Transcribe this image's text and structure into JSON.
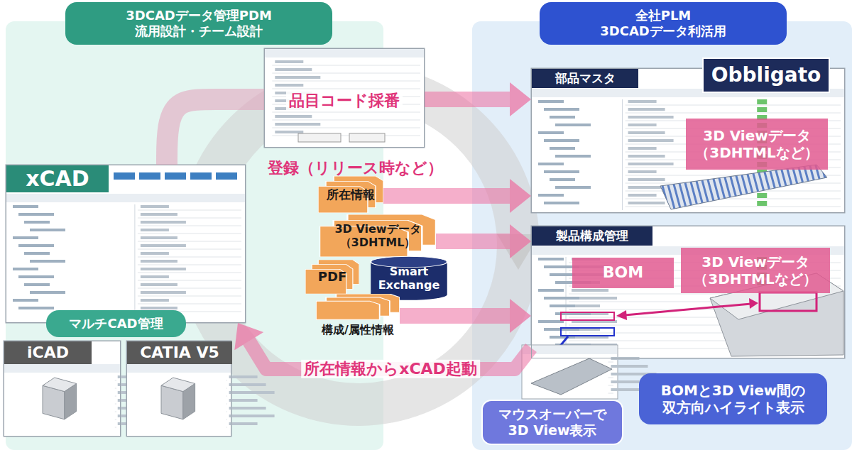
{
  "diagram": {
    "nodes": [
      {
        "text": [
          "3DCADデータ管理PDM",
          "流用設計・チーム設計"
        ]
      },
      {
        "text": [
          "xCAD"
        ]
      },
      {
        "text": [
          "マルチCAD管理"
        ]
      },
      {
        "text": [
          "iCAD"
        ]
      },
      {
        "text": [
          "CATIA V5"
        ]
      },
      {
        "text": [
          "品目コード採番"
        ]
      },
      {
        "text": [
          "全社PLM",
          "3DCADデータ利活用"
        ]
      },
      {
        "text": [
          "部品マスタ"
        ]
      },
      {
        "text": [
          "Obbligato"
        ],
        "in": 7
      },
      {
        "text": [
          "3D Viewデータ （3DHTMLなど）"
        ],
        "in": 7
      },
      {
        "text": [
          "製品構成管理"
        ]
      },
      {
        "text": [
          "BOM"
        ],
        "in": 10
      },
      {
        "text": [
          "3D Viewデータ （3DHTMLなど）"
        ],
        "in": 10
      },
      {
        "text": [
          "BOMと3D View間の 双方向ハイライト表示"
        ]
      },
      {
        "text": [
          "マウスオーバーで 3D View表示"
        ]
      },
      {
        "text": [
          "所在情報"
        ]
      },
      {
        "text": [
          "3D Viewデータ （3DHTML）"
        ]
      },
      {
        "text": [
          "PDF"
        ]
      },
      {
        "text": [
          "Smart Exchange"
        ]
      },
      {
        "text": [
          "構成/属性情報"
        ]
      }
    ],
    "edges": [
      {
        "from": 1,
        "to": 5,
        "arrow": "none"
      },
      {
        "from": 5,
        "to": 7,
        "arrow": "to"
      },
      {
        "from": 15,
        "to": 7,
        "arrow": "to"
      },
      {
        "from": 16,
        "to": 10,
        "arrow": "to"
      },
      {
        "from": 19,
        "to": 10,
        "arrow": "to"
      },
      {
        "from": 10,
        "to": 1,
        "arrow": "to",
        "label": "所在情報からxCAD起動"
      }
    ],
    "labels": [
      "登録（リリース時など）"
    ]
  }
}
